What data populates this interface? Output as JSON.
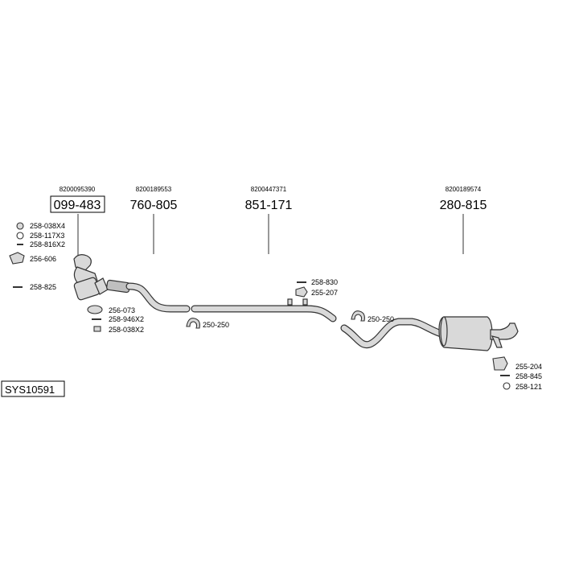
{
  "system_code": "SYS10591",
  "parts": [
    {
      "id": "catalyst",
      "oem": "8200095390",
      "number": "099-483",
      "boxed": true
    },
    {
      "id": "front-pipe",
      "oem": "8200189553",
      "number": "760-805"
    },
    {
      "id": "middle-pipe",
      "oem": "8200447371",
      "number": "851-171"
    },
    {
      "id": "rear-silencer",
      "oem": "8200189574",
      "number": "280-815"
    }
  ],
  "accessories": {
    "a1": "258-038X4",
    "a2": "258-117X3",
    "a3": "258-816X2",
    "a4": "256-606",
    "a5": "258-825",
    "a6": "256-073",
    "a7": "258-946X2",
    "a8": "258-038X2",
    "a9": "250-250",
    "a10": "258-830",
    "a11": "255-207",
    "a12": "250-250",
    "a13": "255-204",
    "a14": "258-845",
    "a15": "258-121"
  },
  "colors": {
    "pipe_fill": "#d9d9d9",
    "stroke": "#333333",
    "text": "#000000"
  }
}
